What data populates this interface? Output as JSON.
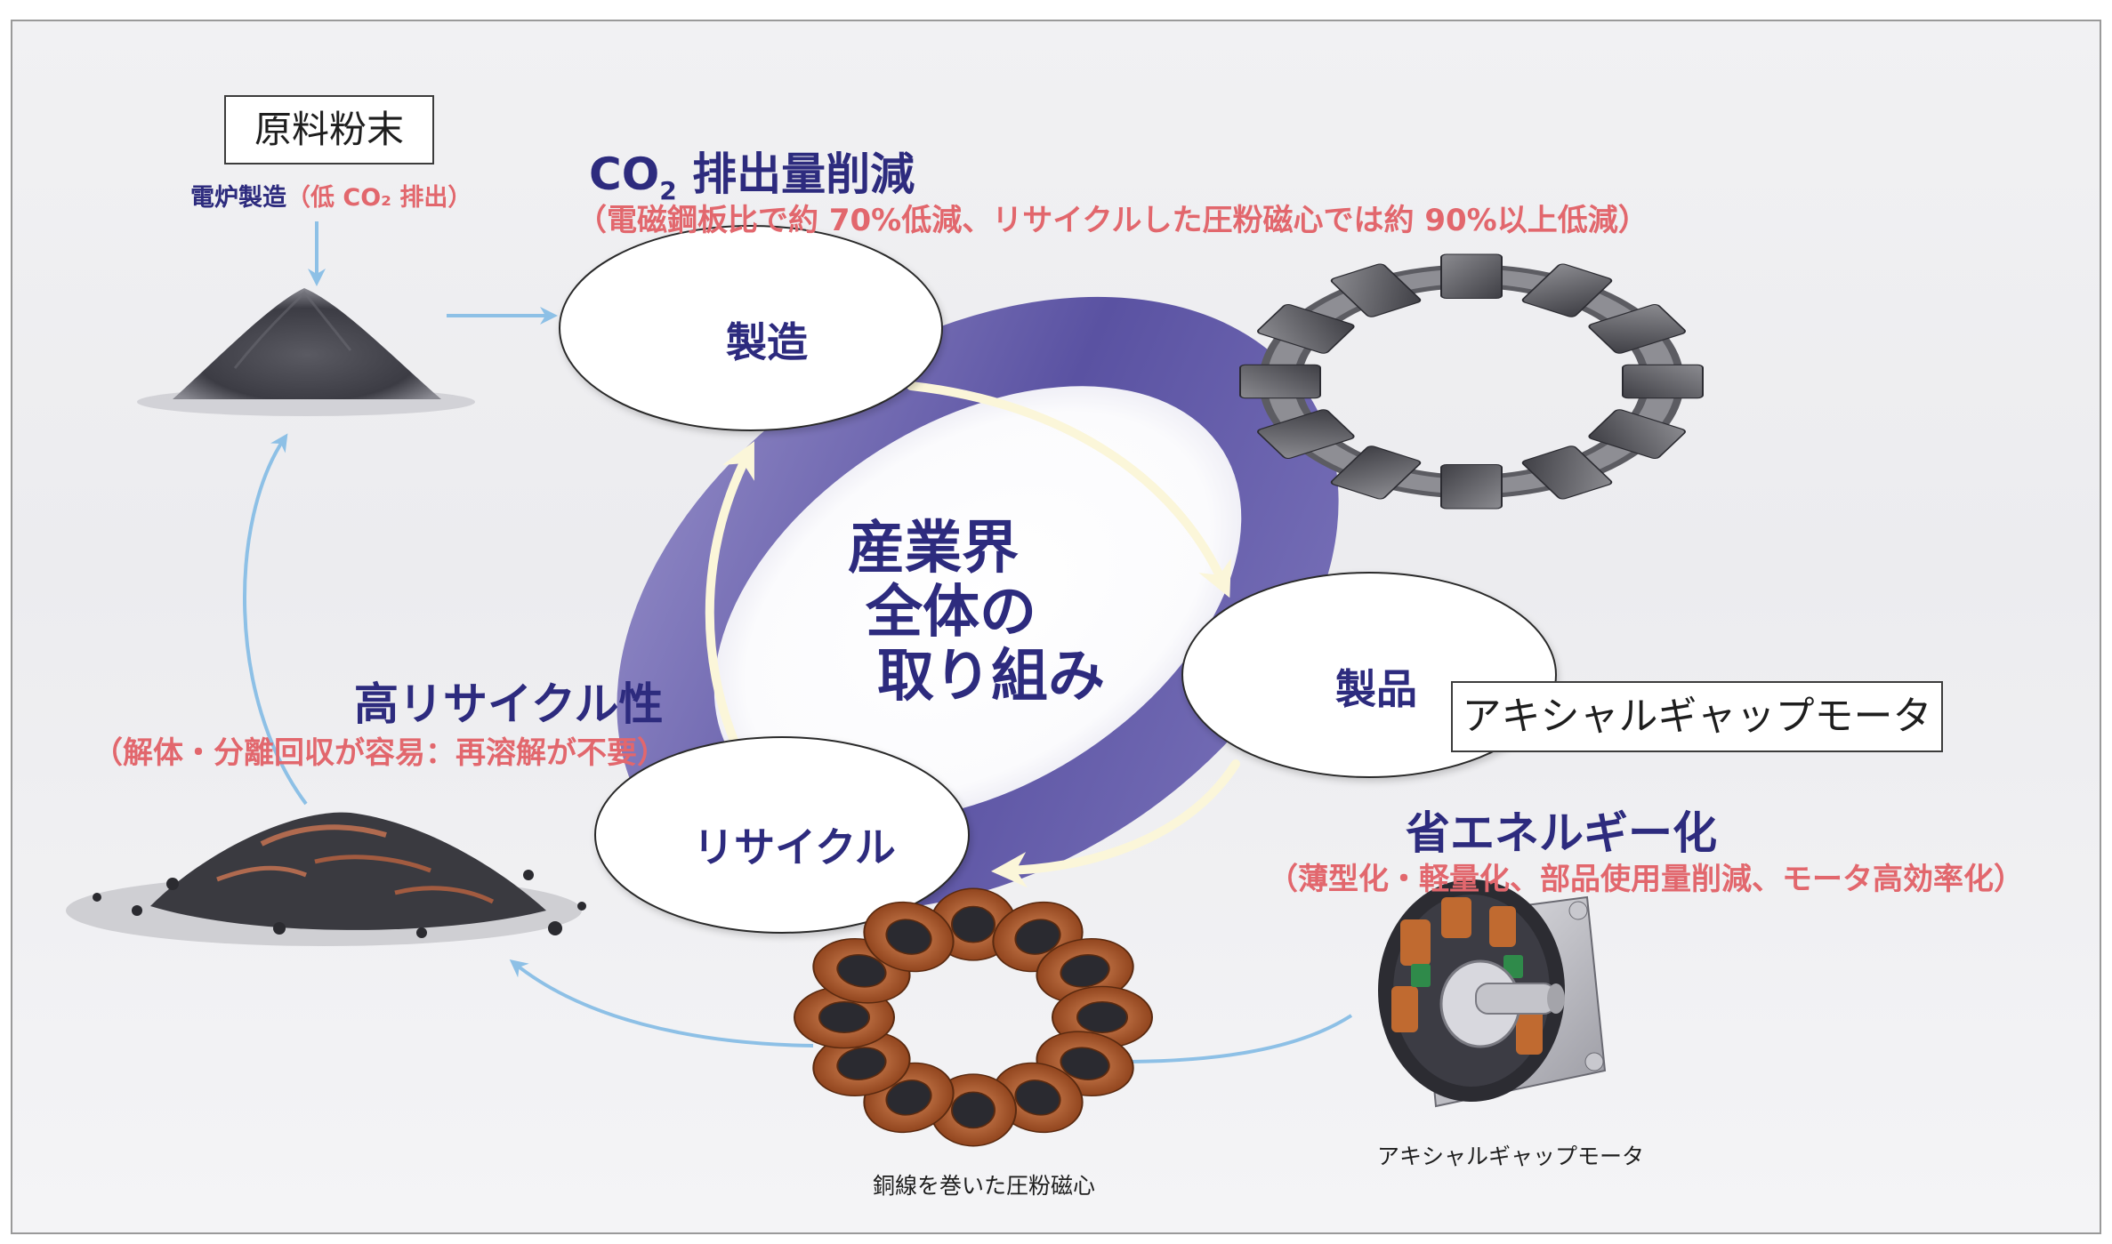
{
  "raw_powder_label": "原料粉末",
  "furnace": {
    "prefix": "電炉製造",
    "note": "（低 CO₂ 排出）"
  },
  "co2_reduction": {
    "heading_main": "CO",
    "heading_subscript": "2",
    "heading_rest": " 排出量削減",
    "detail": "（電磁鋼板比で約 70%低減、リサイクルした圧粉磁心では約 90%以上低減）"
  },
  "cycle": {
    "manufacture": "製造",
    "product": "製品",
    "recycle": "リサイクル",
    "center": [
      "産業界",
      "全体の",
      "取り組み"
    ]
  },
  "axial_gap_box_label": "アキシャルギャップモータ",
  "recyclability": {
    "heading": "高リサイクル性",
    "detail": "（解体・分離回収が容易：再溶解が不要）"
  },
  "energy_saving": {
    "heading": "省エネルギー化",
    "detail": "（薄型化・軽量化、部品使用量削減、モータ高効率化）"
  },
  "captions": {
    "coil": "銅線を巻いた圧粉磁心",
    "motor": "アキシャルギャップモータ"
  },
  "colors": {
    "navy": "#2d2b7e",
    "coral": "#e2676d",
    "ring": "#6a62ad",
    "flow_arrow": "#8dc0e6",
    "cycle_arrow": "#fbf6d9"
  },
  "icons": [
    "powder-pile-image",
    "scrap-pile-image",
    "stator-core-image",
    "copper-coil-core-image",
    "axial-gap-motor-image"
  ]
}
